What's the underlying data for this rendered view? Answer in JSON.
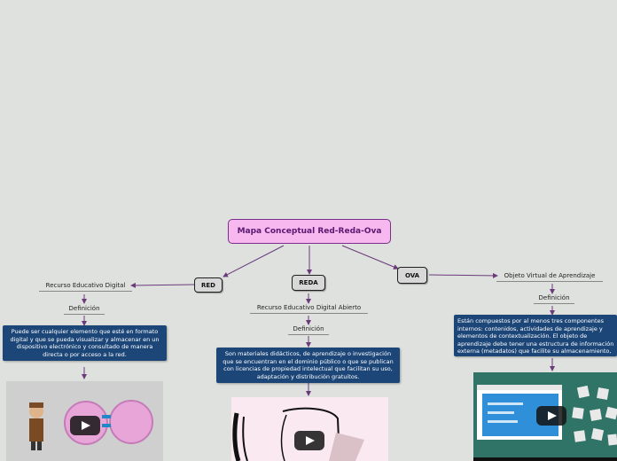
{
  "title": "Mapa Conceptual Red-Reda-Ova",
  "branches": {
    "red": {
      "label": "RED",
      "meaning": "Recurso Educativo Digital",
      "definition_label": "Definición",
      "definition": "Puede ser cualquier elemento que esté en formato digital y que se pueda visualizar y almacenar en un dispositivo electrónico y consultado de manera directa o por acceso a la red."
    },
    "reda": {
      "label": "REDA",
      "meaning": "Recurso Educativo Digital Abierto",
      "definition_label": "Definición",
      "definition": "Son materiales didácticos, de aprendizaje o investigación que se encuentran en el dominio público o que se publican con licencias de propiedad intelectual que facilitan su uso, adaptación y distribución gratuitos."
    },
    "ova": {
      "label": "OVA",
      "meaning": "Objeto Virtual de Aprendizaje",
      "definition_label": "Definición",
      "definition": "Están compuestos por al menos tres componentes internos: contenidos, actividades de aprendizaje y elementos de contextualización. El objeto de aprendizaje debe tener una estructura de información externa (metadatos) que facilite su almacenamiento, identificación y recuperación."
    }
  },
  "colors": {
    "background": "#dfe1df",
    "connector": "#6a3a7a",
    "title_fill": "#f7b7ef",
    "definition_box": "#1c4678"
  },
  "icons": [
    "play-icon"
  ]
}
